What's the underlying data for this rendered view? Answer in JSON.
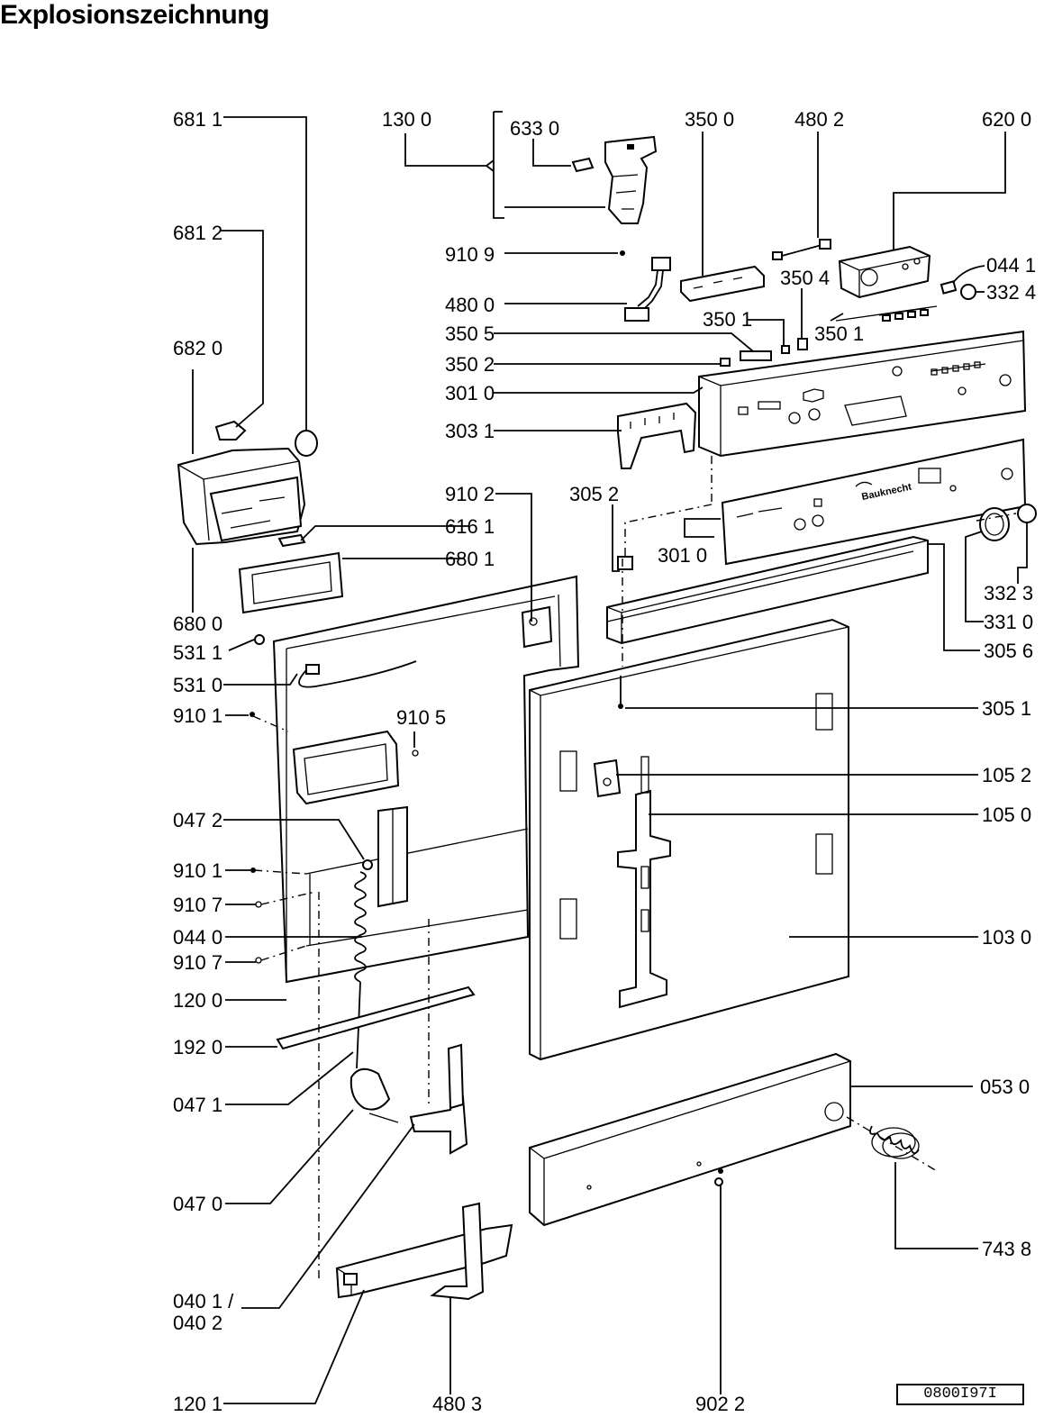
{
  "title": "Explosionszeichnung",
  "drawing_number": "0800I97I",
  "brand_mark": "Bauknecht",
  "parts": [
    {
      "id": "p6811",
      "label": "681 1"
    },
    {
      "id": "p1300",
      "label": "130 0"
    },
    {
      "id": "p6330",
      "label": "633 0"
    },
    {
      "id": "p3500",
      "label": "350 0"
    },
    {
      "id": "p4802",
      "label": "480 2"
    },
    {
      "id": "p6200",
      "label": "620 0"
    },
    {
      "id": "p6812",
      "label": "681 2"
    },
    {
      "id": "p9109",
      "label": "910 9"
    },
    {
      "id": "p0441",
      "label": "044 1"
    },
    {
      "id": "p3324",
      "label": "332 4"
    },
    {
      "id": "p4800",
      "label": "480 0"
    },
    {
      "id": "p3504",
      "label": "350 4"
    },
    {
      "id": "p3501a",
      "label": "350 1"
    },
    {
      "id": "p3501b",
      "label": "350 1"
    },
    {
      "id": "p6820",
      "label": "682 0"
    },
    {
      "id": "p3505",
      "label": "350 5"
    },
    {
      "id": "p3502",
      "label": "350 2"
    },
    {
      "id": "p3010a",
      "label": "301 0"
    },
    {
      "id": "p3031",
      "label": "303 1"
    },
    {
      "id": "p9102",
      "label": "910 2"
    },
    {
      "id": "p3052",
      "label": "305 2"
    },
    {
      "id": "p6161",
      "label": "616 1"
    },
    {
      "id": "p6801",
      "label": "680 1"
    },
    {
      "id": "p3010b",
      "label": "301 0"
    },
    {
      "id": "p3323",
      "label": "332 3"
    },
    {
      "id": "p6800",
      "label": "680 0"
    },
    {
      "id": "p3310",
      "label": "331 0"
    },
    {
      "id": "p5311",
      "label": "531 1"
    },
    {
      "id": "p3056",
      "label": "305 6"
    },
    {
      "id": "p5310",
      "label": "531 0"
    },
    {
      "id": "p9101a",
      "label": "910 1"
    },
    {
      "id": "p3051",
      "label": "305 1"
    },
    {
      "id": "p9105",
      "label": "910 5"
    },
    {
      "id": "p1052",
      "label": "105 2"
    },
    {
      "id": "p0472",
      "label": "047 2"
    },
    {
      "id": "p1050",
      "label": "105 0"
    },
    {
      "id": "p9101b",
      "label": "910 1"
    },
    {
      "id": "p9107a",
      "label": "910 7"
    },
    {
      "id": "p0440",
      "label": "044 0"
    },
    {
      "id": "p1030",
      "label": "103 0"
    },
    {
      "id": "p9107b",
      "label": "910 7"
    },
    {
      "id": "p1200",
      "label": "120 0"
    },
    {
      "id": "p1920",
      "label": "192 0"
    },
    {
      "id": "p0530",
      "label": "053 0"
    },
    {
      "id": "p0471",
      "label": "047 1"
    },
    {
      "id": "p0470",
      "label": "047 0"
    },
    {
      "id": "p7438",
      "label": "743 8"
    },
    {
      "id": "p0401",
      "label": "040 1 /"
    },
    {
      "id": "p0402",
      "label": "040 2"
    },
    {
      "id": "p1201",
      "label": "120 1"
    },
    {
      "id": "p4803",
      "label": "480 3"
    },
    {
      "id": "p9022",
      "label": "902 2"
    }
  ]
}
